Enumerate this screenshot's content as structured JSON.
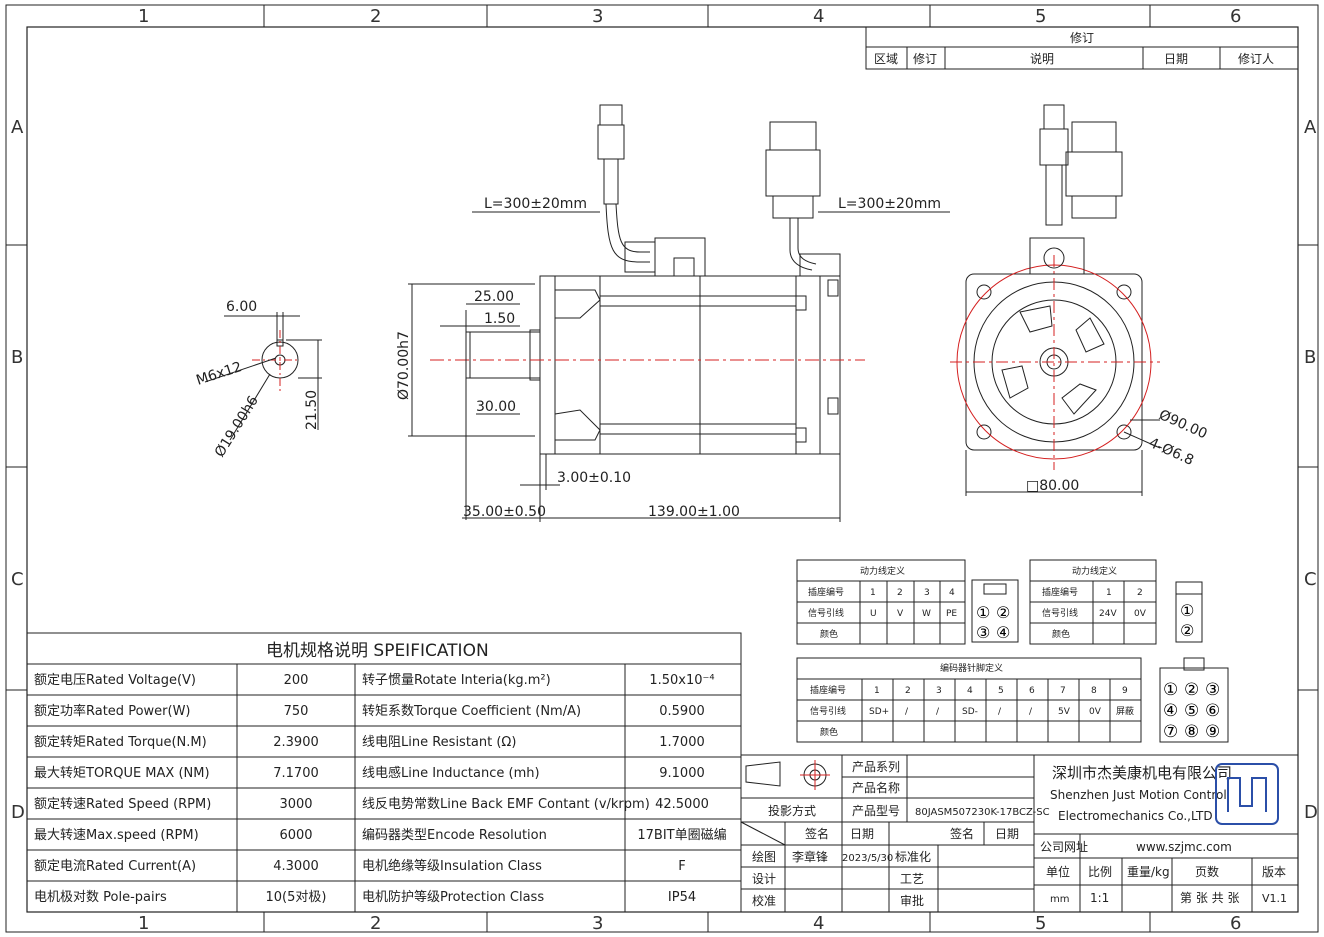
{
  "zones": {
    "columns": [
      "1",
      "2",
      "3",
      "4",
      "5",
      "6"
    ],
    "rows": [
      "A",
      "B",
      "C",
      "D"
    ]
  },
  "revision": {
    "title": "修订",
    "headers": [
      "区域",
      "修订",
      "说明",
      "日期",
      "修订人"
    ]
  },
  "dims": {
    "key_width": "6.00",
    "thread": "M6x12",
    "shaft_dia": "Ø19.00h6",
    "key_height": "21.50",
    "length_25": "25.00",
    "length_1_5": "1.50",
    "length_30": "30.00",
    "pilot_dia": "Ø70.00h7",
    "flange_thk": "3.00±0.10",
    "shaft_len": "35.00±0.50",
    "body_len": "139.00±1.00",
    "cable_left": "L=300±20mm",
    "cable_right": "L=300±20mm",
    "pcd": "Ø90.00",
    "holes": "4-Ø6.8",
    "square": "□80.00"
  },
  "power_table": {
    "title": "动力线定义",
    "rows": [
      [
        "插座编号",
        "1",
        "2",
        "3",
        "4"
      ],
      [
        "信号引线",
        "U",
        "V",
        "W",
        "PE"
      ],
      [
        "颜色",
        "",
        "",
        "",
        ""
      ]
    ],
    "pins": [
      "①",
      "②",
      "③",
      "④"
    ]
  },
  "brake_table": {
    "title": "动力线定义",
    "rows": [
      [
        "插座编号",
        "1",
        "2"
      ],
      [
        "信号引线",
        "24V",
        "0V"
      ],
      [
        "颜色",
        "",
        ""
      ]
    ],
    "pins": [
      "①",
      "②"
    ]
  },
  "encoder_table": {
    "title": "编码器针脚定义",
    "rows": [
      [
        "插座编号",
        "1",
        "2",
        "3",
        "4",
        "5",
        "6",
        "7",
        "8",
        "9"
      ],
      [
        "信号引线",
        "SD+",
        "/",
        "/",
        "SD-",
        "/",
        "/",
        "5V",
        "0V",
        "屏蔽"
      ],
      [
        "颜色",
        "",
        "",
        "",
        "",
        "",
        "",
        "",
        "",
        ""
      ]
    ],
    "pins": [
      "①",
      "②",
      "③",
      "④",
      "⑤",
      "⑥",
      "⑦",
      "⑧",
      "⑨"
    ]
  },
  "spec": {
    "title": "电机规格说明 SPEIFICATION",
    "rows": [
      [
        "额定电压Rated Voltage(V)",
        "200",
        "转子惯量Rotate Interia(kg.m²)",
        "1.50x10⁻⁴"
      ],
      [
        "额定功率Rated Power(W)",
        "750",
        "转矩系数Torque Coefficient (Nm/A)",
        "0.5900"
      ],
      [
        "额定转矩Rated Torque(N.M)",
        "2.3900",
        "线电阻Line Resistant (Ω)",
        "1.7000"
      ],
      [
        "最大转矩TORQUE MAX (NM)",
        "7.1700",
        "线电感Line Inductance (mh)",
        "9.1000"
      ],
      [
        "额定转速Rated Speed (RPM)",
        "3000",
        "线反电势常数Line Back EMF Contant (v/krpm)",
        "42.5000"
      ],
      [
        "最大转速Max.speed (RPM)",
        "6000",
        "编码器类型Encode Resolution",
        "17BIT单圈磁编"
      ],
      [
        "额定电流Rated Current(A)",
        "4.3000",
        "电机绝缘等级Insulation Class",
        "F"
      ],
      [
        "电机极对数 Pole-pairs",
        "10(5对极)",
        "电机防护等级Protection Class",
        "IP54"
      ]
    ]
  },
  "title_block": {
    "product_series": "产品系列",
    "product_name": "产品名称",
    "projection": "投影方式",
    "product_model_label": "产品型号",
    "product_model": "80JASM507230K-17BCZ-SC",
    "sign": "签名",
    "date": "日期",
    "sign2": "签名",
    "date2": "日期",
    "draw_label": "绘图",
    "drawer": "李章锋",
    "draw_date": "2023/5/30",
    "standard": "标准化",
    "design": "设计",
    "process": "工艺",
    "check": "校准",
    "approve": "审批",
    "company_cn": "深圳市杰美康机电有限公司",
    "company_en1": "Shenzhen Just Motion Control",
    "company_en2": "Electromechanics Co.,LTD",
    "website_label": "公司网址",
    "website": "www.szjmc.com",
    "unit_label": "单位",
    "scale_label": "比例",
    "weight_label": "重量/kg",
    "pages_label": "页数",
    "version_label": "版本",
    "unit": "mm",
    "scale": "1:1",
    "pages": "第 张 共 张",
    "version": "V1.1"
  },
  "colors": {
    "line": "#222222",
    "centerline": "#d42020",
    "logo": "#2b4fa8"
  }
}
